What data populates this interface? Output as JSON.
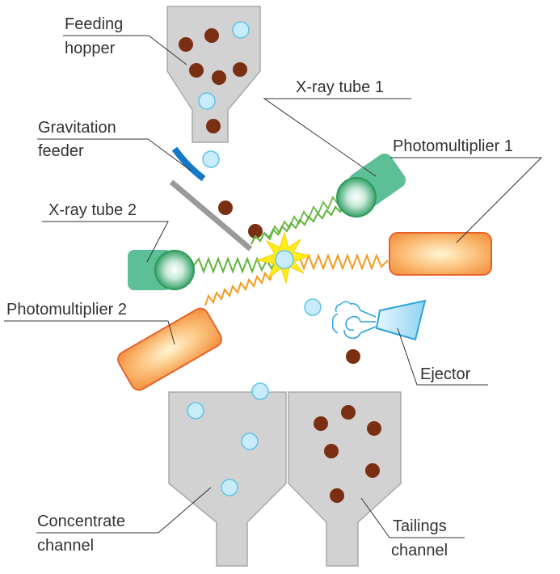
{
  "labels": {
    "feeding_hopper": [
      "Feeding",
      "hopper"
    ],
    "xray_tube_1": "X-ray tube 1",
    "gravitation_feeder": [
      "Gravitation",
      "feeder"
    ],
    "photomultiplier_1": "Photomultiplier 1",
    "xray_tube_2": "X-ray tube 2",
    "photomultiplier_2": "Photomultiplier 2",
    "ejector": "Ejector",
    "concentrate_channel": [
      "Concentrate",
      "channel"
    ],
    "tailings_channel": [
      "Tailings",
      "channel"
    ]
  },
  "colors": {
    "hopper_fill": "#d2d2d2",
    "hopper_stroke": "#a8a8a8",
    "ore_particle": "#7a2e12",
    "mineral_particle": "#c8ecfa",
    "mineral_particle_stroke": "#63c2e8",
    "xray_tube": "#5cbf96",
    "xray_tube_core": "#2f9a5a",
    "photomultiplier": "#f7a358",
    "photomultiplier_stroke": "#e7632b",
    "green_wave": "#62b53c",
    "orange_wave": "#f39a1e",
    "flash": "#ffec1a",
    "ejector": "#8fd3f2",
    "ejector_stroke": "#2ba4dc",
    "feeder_plate": "#9a9a9a",
    "feeder_blue": "#1679c7"
  }
}
